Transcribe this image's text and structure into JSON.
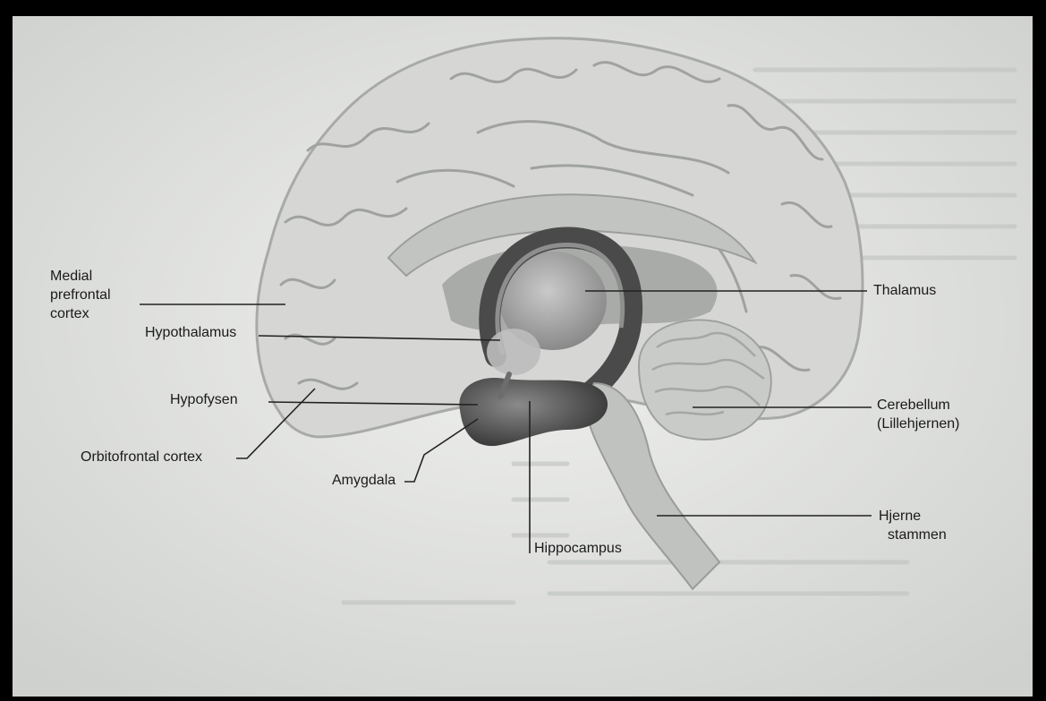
{
  "figure": {
    "labels": {
      "medial_prefrontal_cortex": [
        "Medial",
        "prefrontal",
        "cortex"
      ],
      "hypothalamus": "Hypothalamus",
      "hypofysen": "Hypofysen",
      "orbitofrontal_cortex": "Orbitofrontal cortex",
      "amygdala": "Amygdala",
      "hippocampus": "Hippocampus",
      "thalamus": "Thalamus",
      "cerebellum": [
        "Cerebellum",
        "(Lillehjernen)"
      ],
      "hjernestammen": [
        "Hjerne",
        "stammen"
      ]
    }
  }
}
